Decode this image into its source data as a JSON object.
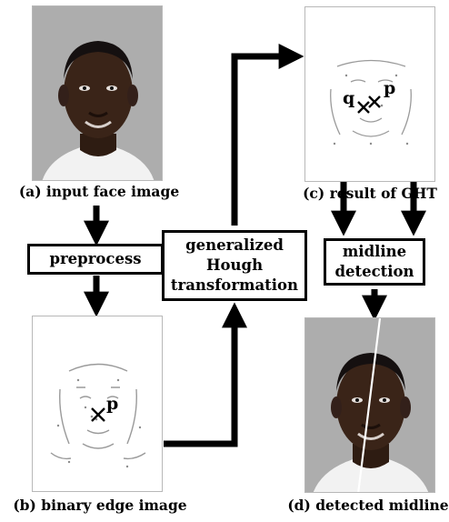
{
  "panels": {
    "a": {
      "caption": "(a) input face image"
    },
    "b": {
      "caption": "(b) binary edge image",
      "point_label": "p"
    },
    "c": {
      "caption": "(c) result of GHT",
      "point_label_p": "p",
      "point_label_q": "q"
    },
    "d": {
      "caption": "(d) detected midline"
    }
  },
  "steps": {
    "preprocess": {
      "label": "preprocess"
    },
    "ght": {
      "line1": "generalized",
      "line2": "Hough",
      "line3": "transformation"
    },
    "midline": {
      "line1": "midline",
      "line2": "detection"
    }
  },
  "colors": {
    "arrow": "#000000",
    "photo_bg": "#b0b0b0",
    "skin": "#3a2418",
    "shirt": "#f2f2f2",
    "midline": "#ffffff"
  }
}
